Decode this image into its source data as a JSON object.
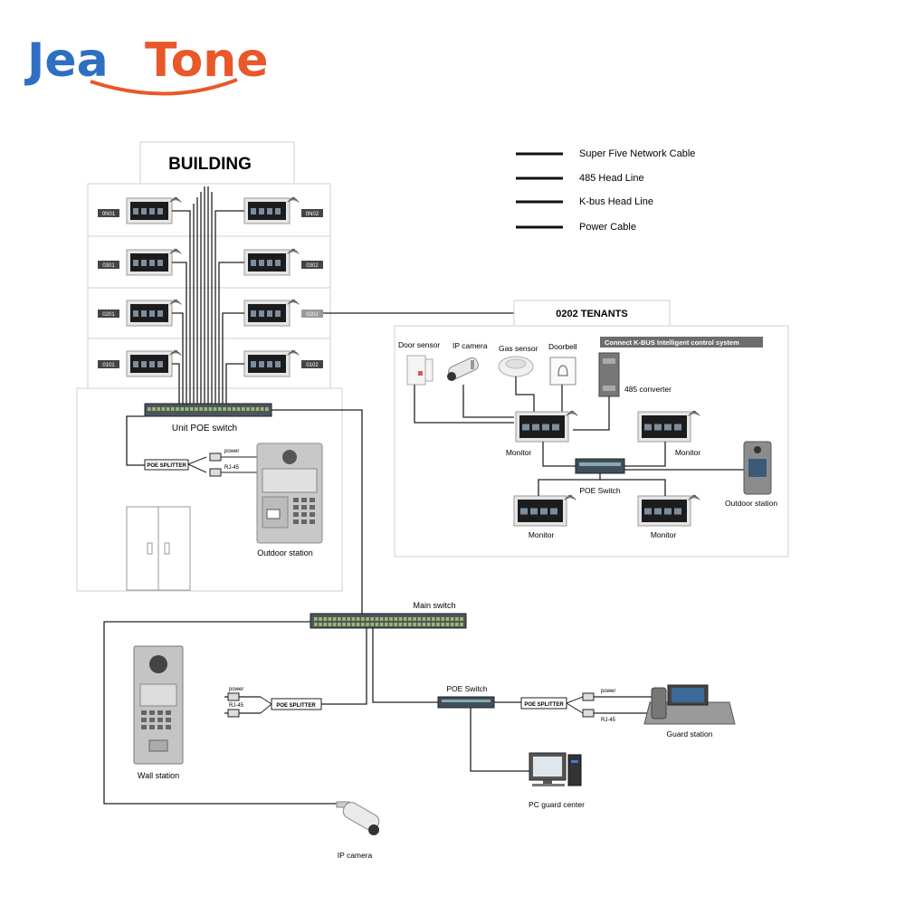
{
  "brand": {
    "prefix": "Jea",
    "suffix": "Tone",
    "prefix_color": "#2f6fc3",
    "suffix_color": "#e8582a"
  },
  "legend": {
    "items": [
      {
        "label": "Super Five Network Cable"
      },
      {
        "label": "485 Head Line"
      },
      {
        "label": "K-bus Head Line"
      },
      {
        "label": "Power Cable"
      }
    ]
  },
  "building": {
    "title": "BUILDING",
    "units_left": [
      "0N01",
      "0301",
      "0201",
      "0101"
    ],
    "units_right": [
      "0N02",
      "0302",
      "0202",
      "0102"
    ],
    "unit_switch_label": "Unit POE switch",
    "splitter_label": "POE SPLITTER",
    "power_label": "power",
    "rj45_label": "RJ-45",
    "outdoor_station_label": "Outdoor station"
  },
  "tenants": {
    "title": "0202  TENANTS",
    "connect_banner": "Connect K-BUS Intelligent control system",
    "door_sensor": "Door sensor",
    "ip_camera": "IP camera",
    "gas_sensor": "Gas sensor",
    "doorbell": "Doorbell",
    "converter": "485 converter",
    "monitor": "Monitor",
    "poe_switch": "POE Switch",
    "outdoor_station": "Outdoor station"
  },
  "main": {
    "main_switch": "Main switch",
    "poe_switch": "POE Switch",
    "splitter_label": "POE SPLITTER",
    "power_label": "power",
    "rj45_label": "RJ-45",
    "wall_station": "Wall station",
    "guard_station": "Guard station",
    "pc_center": "PC guard center",
    "ip_camera": "IP camera"
  },
  "colors": {
    "cable": "#222222",
    "frame": "#cfcfcf",
    "banner": "#6d6d6d",
    "switch_body": "#4a5560"
  }
}
